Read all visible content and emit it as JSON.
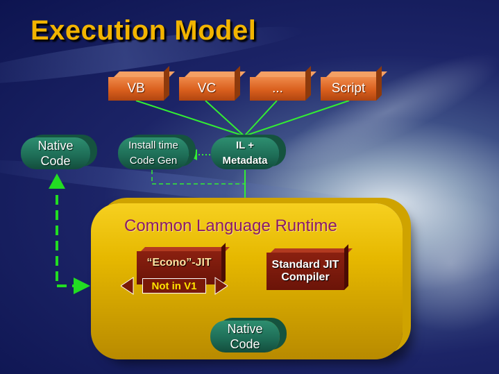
{
  "slide": {
    "title": "Execution Model"
  },
  "languages": [
    "VB",
    "VC",
    "...",
    "Script"
  ],
  "nodes": {
    "native_code_top": [
      "Native",
      "Code"
    ],
    "install_time": [
      "Install time",
      "Code Gen"
    ],
    "il_metadata": [
      "IL +",
      "Metadata"
    ],
    "native_code_bottom": [
      "Native",
      "Code"
    ]
  },
  "runtime": {
    "title": "Common Language Runtime",
    "econo_jit": "“Econo”-JIT",
    "not_in_v1": "Not in V1",
    "standard_jit": [
      "Standard JIT",
      "Compiler"
    ]
  },
  "colors": {
    "title": "#f2b400",
    "arrow_green": "#33ee33",
    "box_orange": "#d95f1d",
    "cylinder_green": "#1d6b55",
    "runtime_gold": "#e6b800",
    "runtime_title": "#8a1a6a",
    "jit_maroon": "#6b1408",
    "banner_text": "#ffe400"
  }
}
